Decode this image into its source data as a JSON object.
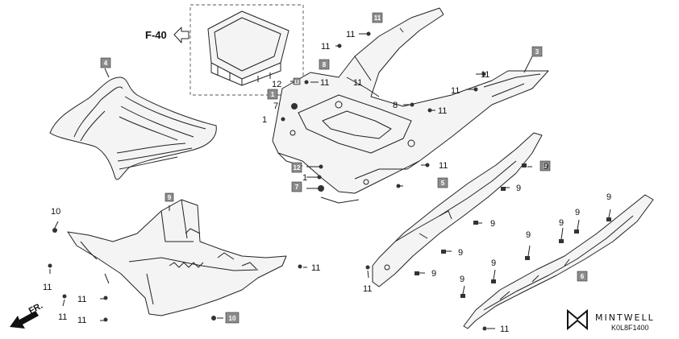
{
  "diagram": {
    "reference": {
      "label": "F-40"
    },
    "front_marker": {
      "label": "FR."
    },
    "brand": {
      "name": "MINTWELL",
      "code": "K0L8F1400"
    },
    "boxed_labels": [
      "11",
      "4",
      "8",
      "3",
      "12",
      "1",
      "12",
      "7",
      "9",
      "5",
      "9",
      "6",
      "10"
    ],
    "callouts": [
      "11",
      "11",
      "11",
      "12",
      "11",
      "7",
      "1",
      "8",
      "11",
      "11",
      "11",
      "1",
      "11",
      "9",
      "9",
      "9",
      "9",
      "9",
      "9",
      "9",
      "9",
      "9",
      "9",
      "9",
      "10",
      "11",
      "11",
      "11",
      "11",
      "11",
      "11",
      "11"
    ]
  },
  "colors": {
    "line": "#222222",
    "part_fill": "#f4f4f4",
    "label_box": "#8c8c8c"
  },
  "icons": {
    "reference_arrow": "arrow-left-outline-icon",
    "front_arrow": "arrow-down-left-icon"
  }
}
